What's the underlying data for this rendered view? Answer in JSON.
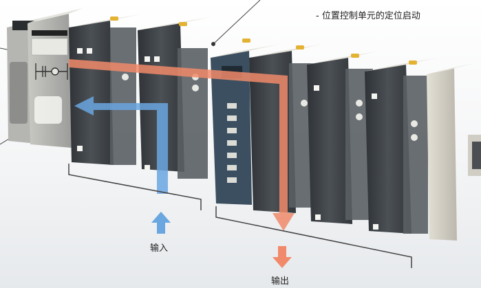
{
  "annotations": {
    "note_text": "- 位置控制单元的定位启动",
    "input_label": "输入",
    "output_label": "输出"
  },
  "colors": {
    "input_arrow": "#6aa6e0",
    "output_arrow": "#f08a6a",
    "module_body": "#3f4347",
    "module_light": "#d9d6cf",
    "rack_top": "#e8e6df",
    "background_gradient_end": "#e9ecef"
  },
  "icons": {
    "cpu_ladder_symbol": "ladder-contact-icon"
  }
}
